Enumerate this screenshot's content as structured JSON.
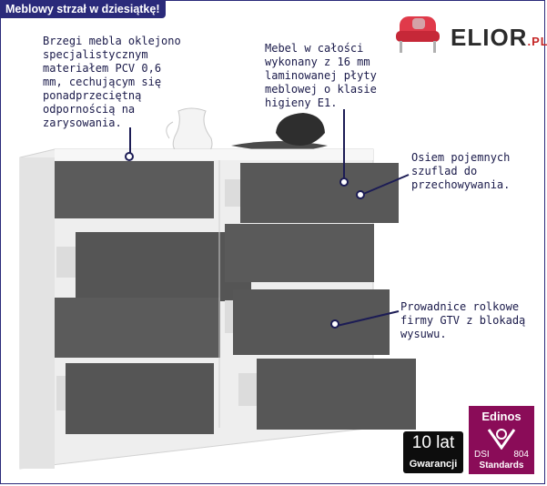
{
  "banner": {
    "title": "Meblowy strzał w dziesiątkę!"
  },
  "brand": {
    "name": "ELIOR",
    "suffix": ".PL"
  },
  "notes": {
    "edges": "Brzegi mebla oklejono\nspecjalistycznym\nmateriałem PCV 0,6\nmm, cechującym się\nponadprzeciętną\nodpornością na\nzarysowania.",
    "board": "Mebel w całości\nwykonany z 16 mm\nlaminowanej płyty\nmeblowej o klasie\nhigieny E1.",
    "drawers": "Osiem pojemnych\nszuflad do\nprzechowywania.",
    "rails": "Prowadnice rolkowe\nfirmy GTV z blokadą\nwysuwu."
  },
  "badges": {
    "warranty_top": "10 lat",
    "warranty_bottom": "Gwarancji",
    "cert_name": "Edinos",
    "cert_left": "DSI",
    "cert_right": "804",
    "cert_bottom": "Standards"
  },
  "colors": {
    "frame": "#2a2a7a",
    "drawer_front": "#595959",
    "body": "#f2f2f2",
    "cert": "#8a0c58"
  },
  "icons": {
    "brand": "armchair-icon"
  }
}
